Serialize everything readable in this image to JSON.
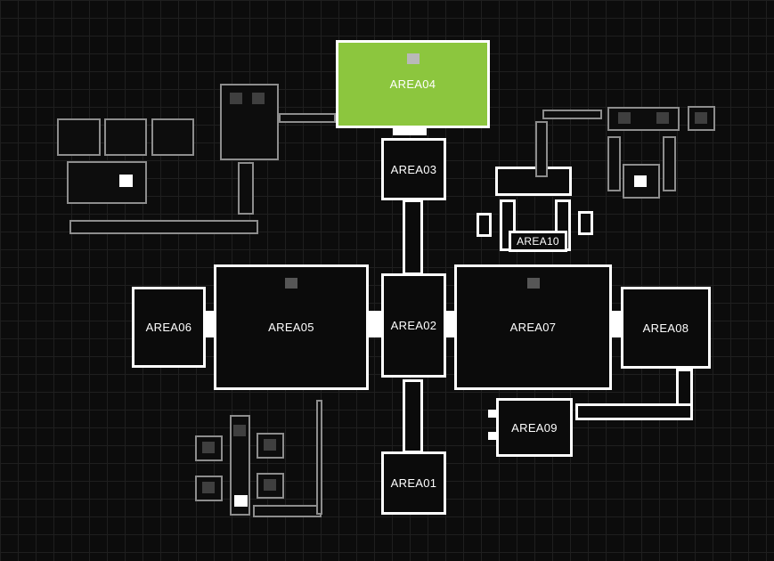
{
  "map": {
    "colors": {
      "background": "#0c0c0c",
      "grid_line": "#1f1f1f",
      "room_border": "#ffffff",
      "room_fill": "#0b0b0b",
      "highlight": "#8cc63e",
      "prop_border": "#8d8d8d",
      "prop_inner_dark": "#3f3f3f",
      "indicator_dark": "#565656",
      "indicator_light": "#b9b9b9",
      "label_text": "#ffffff"
    },
    "icons": {
      "camera_indicator": "camera-indicator-icon"
    },
    "rooms": {
      "area01": {
        "label": "AREA01",
        "highlighted": false
      },
      "area02": {
        "label": "AREA02",
        "highlighted": false
      },
      "area03": {
        "label": "AREA03",
        "highlighted": false
      },
      "area04": {
        "label": "AREA04",
        "highlighted": true
      },
      "area05": {
        "label": "AREA05",
        "highlighted": false
      },
      "area06": {
        "label": "AREA06",
        "highlighted": false
      },
      "area07": {
        "label": "AREA07",
        "highlighted": false
      },
      "area08": {
        "label": "AREA08",
        "highlighted": false
      },
      "area09": {
        "label": "AREA09",
        "highlighted": false
      },
      "area10": {
        "label": "AREA10",
        "highlighted": false
      }
    }
  }
}
